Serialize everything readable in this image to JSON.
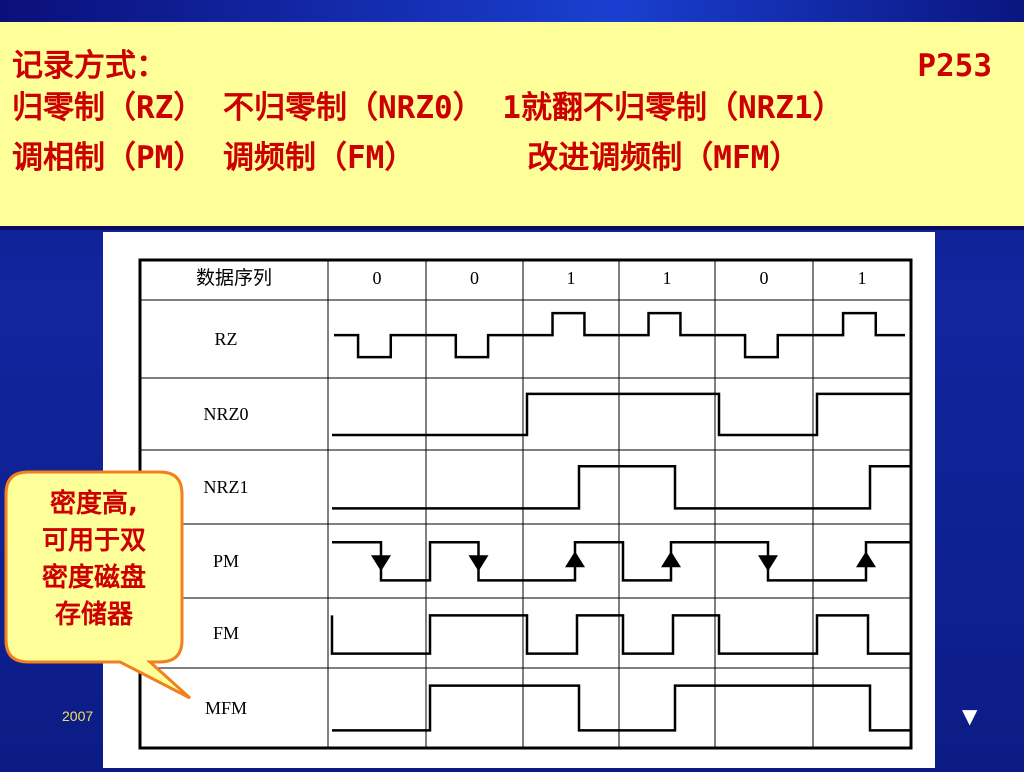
{
  "slide": {
    "header": {
      "line1": "记录方式：",
      "page_ref": "P253",
      "line2": "归零制（RZ） 不归零制（NRZ0） 1就翻不归零制（NRZ1）",
      "line3": "调相制（PM） 调频制（FM）      改进调频制（MFM）"
    },
    "callout": {
      "lines": [
        "密度高,",
        "可用于双",
        "密度磁盘",
        "存储器"
      ],
      "bubble_color": "#ffff99",
      "border_color": "#f08020"
    },
    "footer": {
      "date": "2007"
    },
    "nav": {
      "down_glyph": "▼"
    }
  },
  "table": {
    "header_label": "数据序列",
    "bits": [
      "0",
      "0",
      "1",
      "1",
      "0",
      "1"
    ],
    "rows": [
      "RZ",
      "NRZ0",
      "NRZ1",
      "PM",
      "FM",
      "MFM"
    ]
  }
}
